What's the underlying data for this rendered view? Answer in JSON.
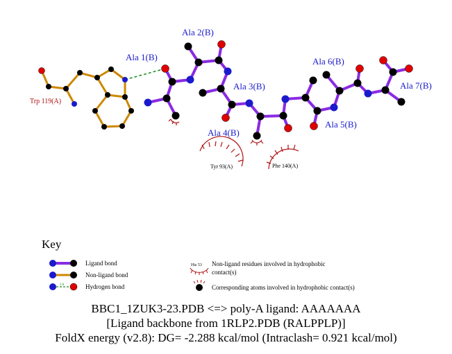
{
  "residues": {
    "ala1": "Ala 1(B)",
    "ala2": "Ala 2(B)",
    "ala3": "Ala 3(B)",
    "ala4": "Ala 4(B)",
    "ala5": "Ala 5(B)",
    "ala6": "Ala 6(B)",
    "ala7": "Ala 7(B)",
    "trp": "Trp 119(A)",
    "tyr": "Tyr 93(A)",
    "phe": "Phe 140(A)"
  },
  "key": {
    "title": "Key",
    "ligand_bond": "Ligand bond",
    "nonligand_bond": "Non-ligand bond",
    "hbond": "Hydrogen bond",
    "hbond_dist": "3.0",
    "his_label": "His 53",
    "hydrophobic_line1": "Non-ligand residues involved in hydrophobic",
    "hydrophobic_line2": "contact(s)",
    "corresponding": "Corresponding atoms involved in hydrophobic contact(s)"
  },
  "caption": {
    "line1": "BBC1_1ZUK3-23.PDB <=> poly-A ligand: AAAAAAA",
    "line2": "[Ligand backbone from 1RLP2.PDB (RALPPLP)]",
    "line3": "FoldX energy (v2.8): DG= -2.288 kcal/mol (Intraclash= 0.921 kcal/mol)"
  },
  "colors": {
    "ligand_bond": "#8a2be2",
    "nonligand_bond": "#cc8800",
    "hbond": "#1a8a1a",
    "carbon": "#000000",
    "nitrogen": "#1a1acc",
    "oxygen": "#e00000",
    "hydrophobic": "#b01010"
  }
}
